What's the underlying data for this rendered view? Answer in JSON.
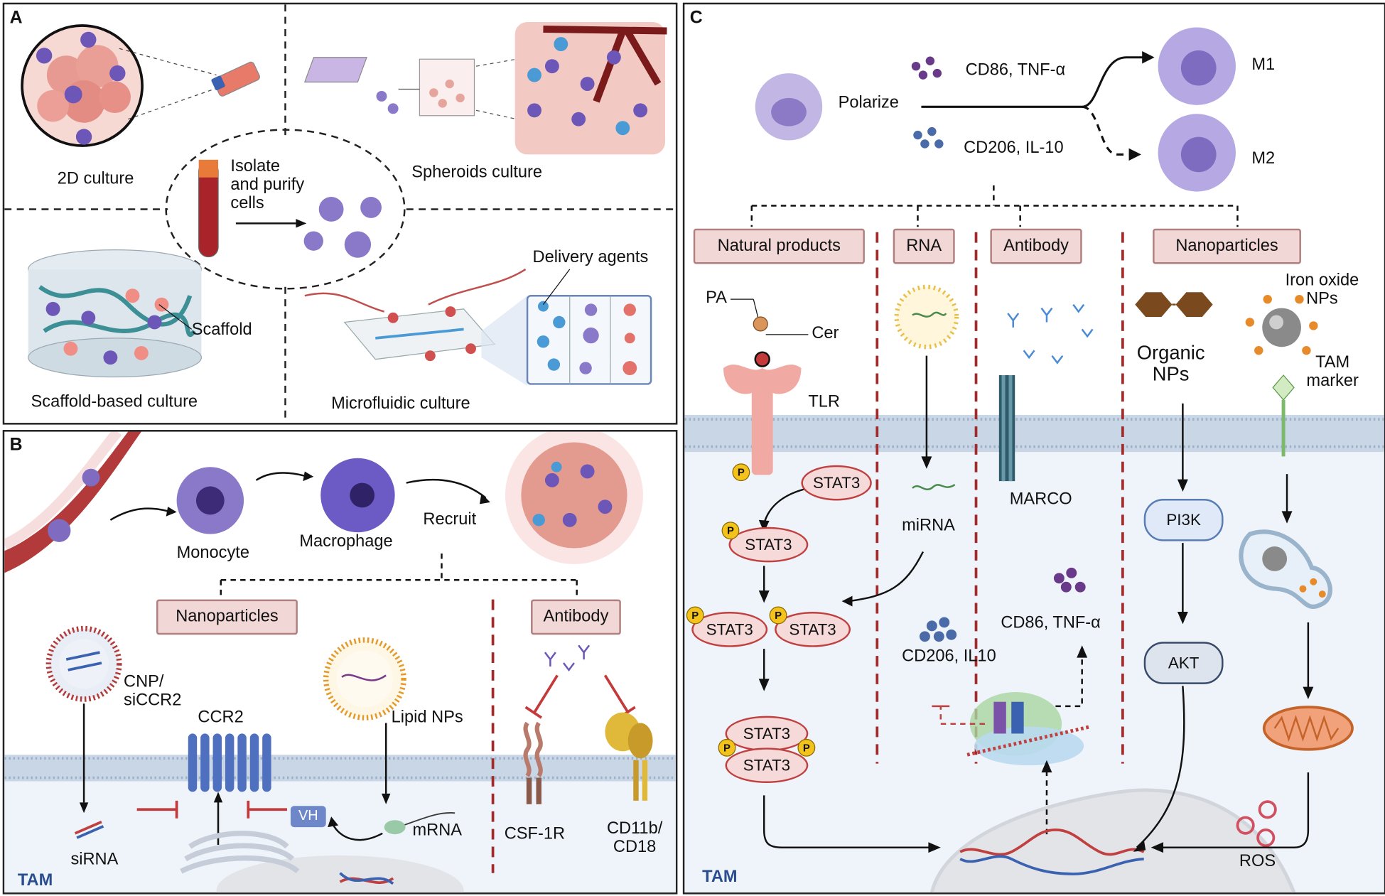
{
  "panelA": {
    "letter": "A",
    "labels": {
      "culture2d": "2D culture",
      "spheroids": "Spheroids culture",
      "isolate": "Isolate\nand purify\ncells",
      "scaffold": "Scaffold",
      "scaffoldCulture": "Scaffold-based culture",
      "delivery": "Delivery agents",
      "microfluidic": "Microfluidic culture"
    }
  },
  "panelB": {
    "letter": "B",
    "labels": {
      "monocyte": "Monocyte",
      "macrophage": "Macrophage",
      "recruit": "Recruit",
      "nanoparticles": "Nanoparticles",
      "antibody": "Antibody",
      "cnp": "CNP/\nsiCCR2",
      "ccr2": "CCR2",
      "lipid": "Lipid NPs",
      "vh": "VH",
      "mrna": "mRNA",
      "sirna": "siRNA",
      "csf1r": "CSF-1R",
      "cd11b": "CD11b/\nCD18",
      "tam": "TAM"
    }
  },
  "panelC": {
    "letter": "C",
    "labels": {
      "polarize": "Polarize",
      "cd86top": "CD86, TNF-α",
      "cd206top": "CD206, IL-10",
      "m1": "M1",
      "m2": "M2",
      "natural": "Natural products",
      "rna": "RNA",
      "antibody": "Antibody",
      "nanoparticles": "Nanoparticles",
      "pa": "PA",
      "cer": "Cer",
      "tlr": "TLR",
      "ironoxide": "Iron oxide\nNPs",
      "organic": "Organic\nNPs",
      "tammarker": "TAM\nmarker",
      "marco": "MARCO",
      "mirna": "miRNA",
      "stat3": "STAT3",
      "p": "P",
      "pi3k": "PI3K",
      "akt": "AKT",
      "cd206mid": "CD206, IL10",
      "cd86mid": "CD86, TNF-α",
      "ros": "ROS",
      "tam": "TAM"
    }
  },
  "colors": {
    "membrane": "#b9c9dd",
    "cytoplasm": "#eef4fa",
    "macrophage": "#8a79c9",
    "tumor": "#e8a39a",
    "inhibit": "#c43a3a",
    "labelBox": "#f2d7d7"
  }
}
